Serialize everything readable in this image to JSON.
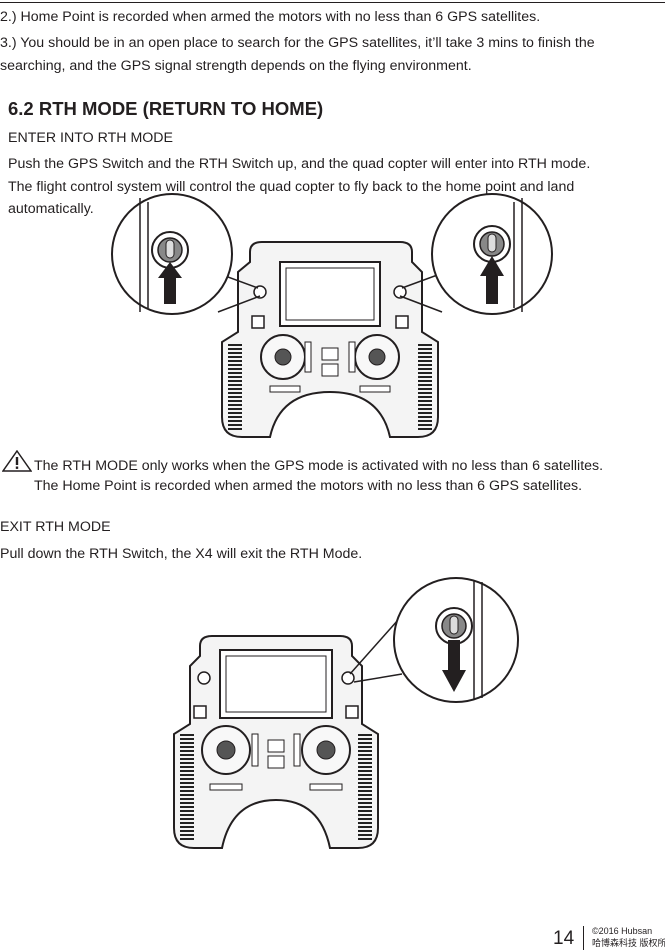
{
  "notes": {
    "line2": "2.) Home Point is recorded when armed the motors with no less than 6 GPS satellites.",
    "line3a": "3.) You should be in an open place to search for the GPS satellites, it’ll take 3 mins to finish the",
    "line3b": "searching, and the GPS signal strength depends on the flying environment."
  },
  "section": {
    "title": "6.2 RTH MODE (RETURN TO HOME)",
    "enter_heading": "ENTER INTO RTH MODE",
    "enter_body_1": "Push the GPS Switch and the RTH Switch up, and the quad copter will enter into RTH mode.",
    "enter_body_2": "The flight control system will control the quad copter to fly back to the home point and land",
    "enter_body_3": "automatically.",
    "warning_1": "The RTH MODE only works when the GPS mode is activated with no less than 6 satellites.",
    "warning_2": "The Home Point is recorded when armed the motors with no less than 6 GPS satellites.",
    "exit_heading": "EXIT RTH MODE",
    "exit_body": "Pull down the RTH Switch, the X4 will exit the RTH Mode."
  },
  "footer": {
    "page_number": "14",
    "copyright_line1": "©2016  Hubsan",
    "copyright_line2": "哈博森科技    版权所有"
  }
}
